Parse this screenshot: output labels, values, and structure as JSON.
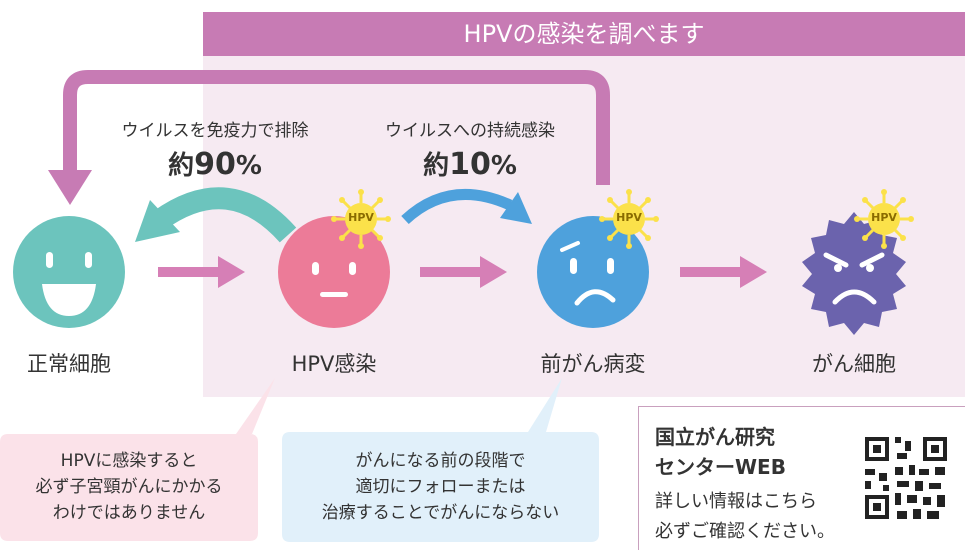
{
  "header": {
    "title": "HPVの感染を調べます"
  },
  "flows": {
    "clear": {
      "label": "ウイルスを免疫力で排除",
      "value_prefix": "約",
      "value": "90",
      "unit": "%"
    },
    "persistent": {
      "label": "ウイルスへの持続感染",
      "value_prefix": "約",
      "value": "10",
      "unit": "%"
    }
  },
  "stages": [
    {
      "label": "正常細胞",
      "color": "#6cc4bd"
    },
    {
      "label": "HPV感染",
      "color": "#ec7b98"
    },
    {
      "label": "前がん病変",
      "color": "#4ea1dc"
    },
    {
      "label": "がん細胞",
      "color": "#6b63ad"
    }
  ],
  "virus_badge": "HPV",
  "notes": {
    "pink": [
      "HPVに感染すると",
      "必ず子宮頸がんにかかる",
      "わけではありません"
    ],
    "blue": [
      "がんになる前の段階で",
      "適切にフォローまたは",
      "治療することでがんにならない"
    ]
  },
  "info": {
    "title_line1": "国立がん研究",
    "title_line2": "センターWEB",
    "text_line1": "詳しい情報はこちら",
    "text_line2": "必ずご確認ください。",
    "qr_icon": "qr-code-icon"
  },
  "colors": {
    "header": "#c77bb4",
    "panel": "#f6eaf2",
    "arrow_pink": "#c77bb4",
    "curve_teal": "#6cc4bd",
    "curve_blue": "#4ea1dc",
    "virus": "#fbe14a"
  }
}
